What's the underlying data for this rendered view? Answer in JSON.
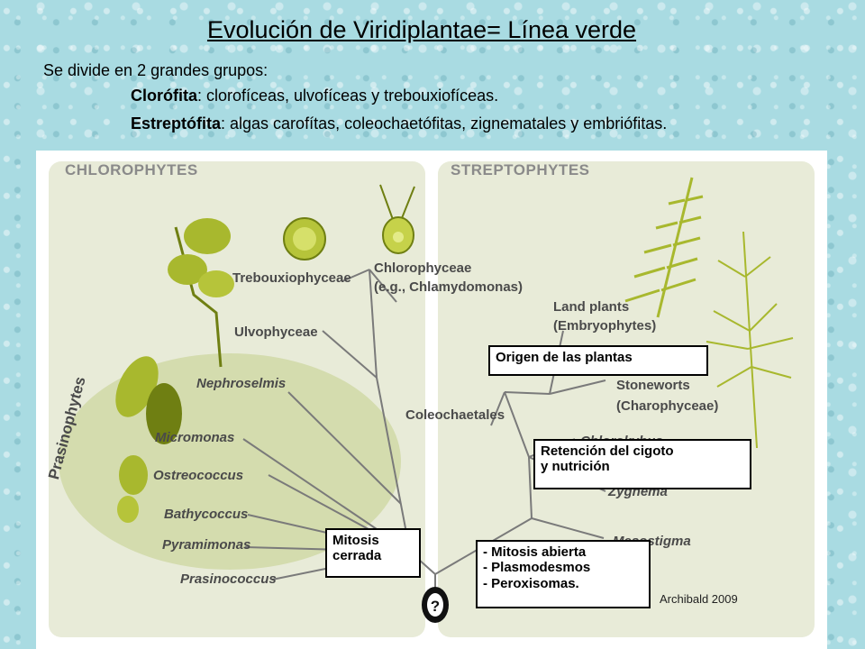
{
  "title": "Evolución de Viridiplantae= Línea verde",
  "intro": "Se divide en 2 grandes grupos:",
  "groups": [
    {
      "name": "Clorófita",
      "desc": ": clorofíceas, ulvofíceas y trebouxiofíceas."
    },
    {
      "name": "Estreptófita",
      "desc": ": algas carofítas, coleochaetófitas, zignematales y embriófitas."
    }
  ],
  "figure": {
    "chlorophytes_heading": "CHLOROPHYTES",
    "streptophytes_heading": "STREPTOPHYTES",
    "prasinophytes_label": "Prasinophytes",
    "taxa": {
      "trebouxiophyceae": "Trebouxiophyceae",
      "chlorophyceae": "Chlorophyceae",
      "chlamydomonas": "(e.g., Chlamydomonas)",
      "ulvophyceae": "Ulvophyceae",
      "nephroselmis": "Nephroselmis",
      "micromonas": "Micromonas",
      "ostreococcus": "Ostreococcus",
      "bathycoccus": "Bathycoccus",
      "pyramimonas": "Pyramimonas",
      "prasinococcus": "Prasinococcus",
      "land_plants": "Land plants",
      "embryophytes": "(Embryophytes)",
      "stoneworts": "Stoneworts",
      "charophyceae": "(Charophyceae)",
      "coleochaetales": "Coleochaetales",
      "chlorokybus": "Chlorokybus",
      "zygnema": "Zygnema",
      "mesostigma": "Mesostigma"
    },
    "root_symbol": "?",
    "annotations": {
      "origin": "Origen de las plantas",
      "zygote": [
        "Retención del cigoto",
        "y nutrición"
      ],
      "closed_mitosis": [
        "Mitosis",
        "cerrada"
      ],
      "open_mitosis": [
        "- Mitosis abierta",
        "- Plasmodesmos",
        "- Peroxisomas."
      ]
    },
    "credit": "Archibald 2009",
    "colors": {
      "panel": "#e8ebd8",
      "prasino_oval": "#d4dcae",
      "branch": "#7a7a7a",
      "alga": "#a8b82e",
      "alga_dark": "#6f7f12"
    }
  }
}
